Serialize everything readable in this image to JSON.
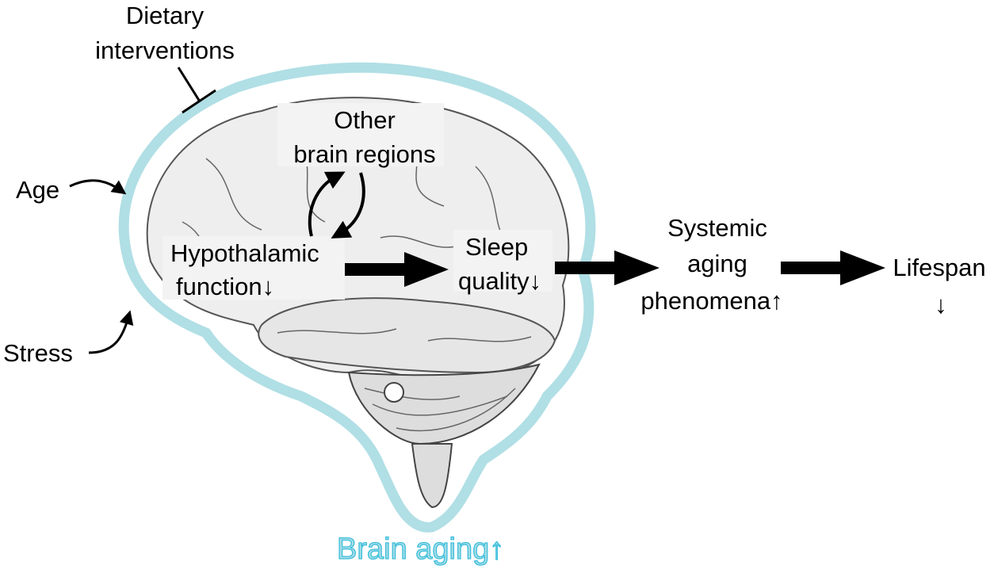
{
  "labels": {
    "dietary_line1": "Dietary",
    "dietary_line2": "interventions",
    "age": "Age",
    "stress": "Stress",
    "other_line1": "Other",
    "other_line2": "brain regions",
    "hypo_line1": "Hypothalamic",
    "hypo_line2": "function↓",
    "sleep_line1": "Sleep",
    "sleep_line2": "quality↓",
    "systemic_line1": "Systemic",
    "systemic_line2": "aging",
    "systemic_line3": "phenomena↑",
    "lifespan_line1": "Lifespan",
    "lifespan_line2": "↓",
    "brain_aging": "Brain aging↑"
  },
  "colors": {
    "outline": "#b0dfe5",
    "brain_aging_fill": "#a8dde6",
    "brain_aging_stroke": "#3cbfdc"
  }
}
